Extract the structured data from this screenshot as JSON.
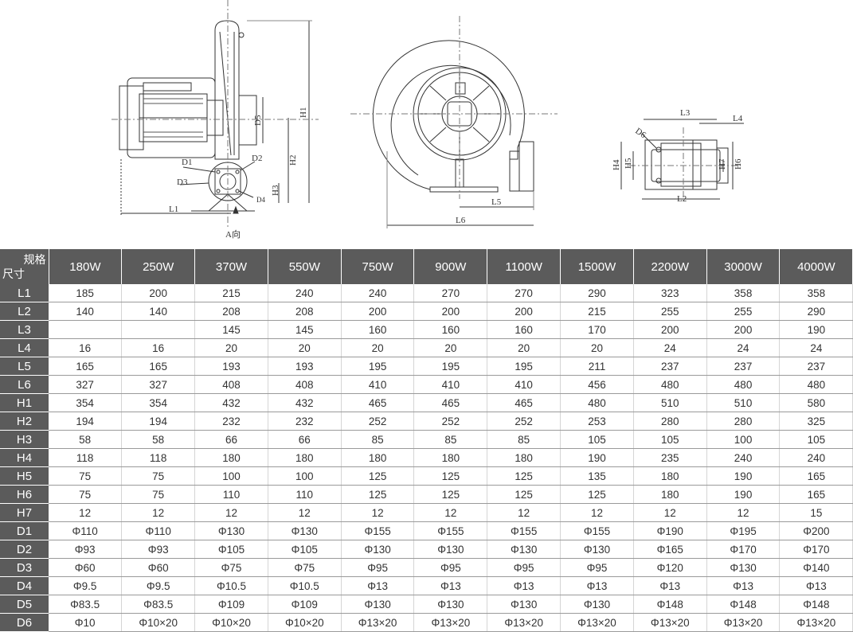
{
  "drawing": {
    "labels": {
      "L1": "L1",
      "L2": "L2",
      "L3": "L3",
      "L4": "L4",
      "L5": "L5",
      "L6": "L6",
      "H1": "H1",
      "H2": "H2",
      "H3": "H3",
      "H4": "H4",
      "H5": "H5",
      "H6": "H6",
      "H7": "H7",
      "D1": "D1",
      "D2": "D2",
      "D3": "D3",
      "D4": "D4",
      "D5": "D5",
      "D6": "D6",
      "a_view": "A向"
    }
  },
  "table": {
    "corner_top": "规格",
    "corner_bottom": "尺寸",
    "columns": [
      "180W",
      "250W",
      "370W",
      "550W",
      "750W",
      "900W",
      "1100W",
      "1500W",
      "2200W",
      "3000W",
      "4000W"
    ],
    "rows": [
      {
        "label": "L1",
        "values": [
          "185",
          "200",
          "215",
          "240",
          "240",
          "270",
          "270",
          "290",
          "323",
          "358",
          "358"
        ]
      },
      {
        "label": "L2",
        "values": [
          "140",
          "140",
          "208",
          "208",
          "200",
          "200",
          "200",
          "215",
          "255",
          "255",
          "290"
        ]
      },
      {
        "label": "L3",
        "values": [
          "",
          "",
          "145",
          "145",
          "160",
          "160",
          "160",
          "170",
          "200",
          "200",
          "190"
        ]
      },
      {
        "label": "L4",
        "values": [
          "16",
          "16",
          "20",
          "20",
          "20",
          "20",
          "20",
          "20",
          "24",
          "24",
          "24"
        ]
      },
      {
        "label": "L5",
        "values": [
          "165",
          "165",
          "193",
          "193",
          "195",
          "195",
          "195",
          "211",
          "237",
          "237",
          "237"
        ]
      },
      {
        "label": "L6",
        "values": [
          "327",
          "327",
          "408",
          "408",
          "410",
          "410",
          "410",
          "456",
          "480",
          "480",
          "480"
        ]
      },
      {
        "label": "H1",
        "values": [
          "354",
          "354",
          "432",
          "432",
          "465",
          "465",
          "465",
          "480",
          "510",
          "510",
          "580"
        ]
      },
      {
        "label": "H2",
        "values": [
          "194",
          "194",
          "232",
          "232",
          "252",
          "252",
          "252",
          "253",
          "280",
          "280",
          "325"
        ]
      },
      {
        "label": "H3",
        "values": [
          "58",
          "58",
          "66",
          "66",
          "85",
          "85",
          "85",
          "105",
          "105",
          "100",
          "105"
        ]
      },
      {
        "label": "H4",
        "values": [
          "118",
          "118",
          "180",
          "180",
          "180",
          "180",
          "180",
          "190",
          "235",
          "240",
          "240"
        ]
      },
      {
        "label": "H5",
        "values": [
          "75",
          "75",
          "100",
          "100",
          "125",
          "125",
          "125",
          "135",
          "180",
          "190",
          "165"
        ]
      },
      {
        "label": "H6",
        "values": [
          "75",
          "75",
          "110",
          "110",
          "125",
          "125",
          "125",
          "125",
          "180",
          "190",
          "165"
        ]
      },
      {
        "label": "H7",
        "values": [
          "12",
          "12",
          "12",
          "12",
          "12",
          "12",
          "12",
          "12",
          "12",
          "12",
          "15"
        ]
      },
      {
        "label": "D1",
        "values": [
          "Φ110",
          "Φ110",
          "Φ130",
          "Φ130",
          "Φ155",
          "Φ155",
          "Φ155",
          "Φ155",
          "Φ190",
          "Φ195",
          "Φ200"
        ]
      },
      {
        "label": "D2",
        "values": [
          "Φ93",
          "Φ93",
          "Φ105",
          "Φ105",
          "Φ130",
          "Φ130",
          "Φ130",
          "Φ130",
          "Φ165",
          "Φ170",
          "Φ170"
        ]
      },
      {
        "label": "D3",
        "values": [
          "Φ60",
          "Φ60",
          "Φ75",
          "Φ75",
          "Φ95",
          "Φ95",
          "Φ95",
          "Φ95",
          "Φ120",
          "Φ130",
          "Φ140"
        ]
      },
      {
        "label": "D4",
        "values": [
          "Φ9.5",
          "Φ9.5",
          "Φ10.5",
          "Φ10.5",
          "Φ13",
          "Φ13",
          "Φ13",
          "Φ13",
          "Φ13",
          "Φ13",
          "Φ13"
        ]
      },
      {
        "label": "D5",
        "values": [
          "Φ83.5",
          "Φ83.5",
          "Φ109",
          "Φ109",
          "Φ130",
          "Φ130",
          "Φ130",
          "Φ130",
          "Φ148",
          "Φ148",
          "Φ148"
        ]
      },
      {
        "label": "D6",
        "values": [
          "Φ10",
          "Φ10×20",
          "Φ10×20",
          "Φ10×20",
          "Φ13×20",
          "Φ13×20",
          "Φ13×20",
          "Φ13×20",
          "Φ13×20",
          "Φ13×20",
          "Φ13×20"
        ]
      }
    ]
  }
}
